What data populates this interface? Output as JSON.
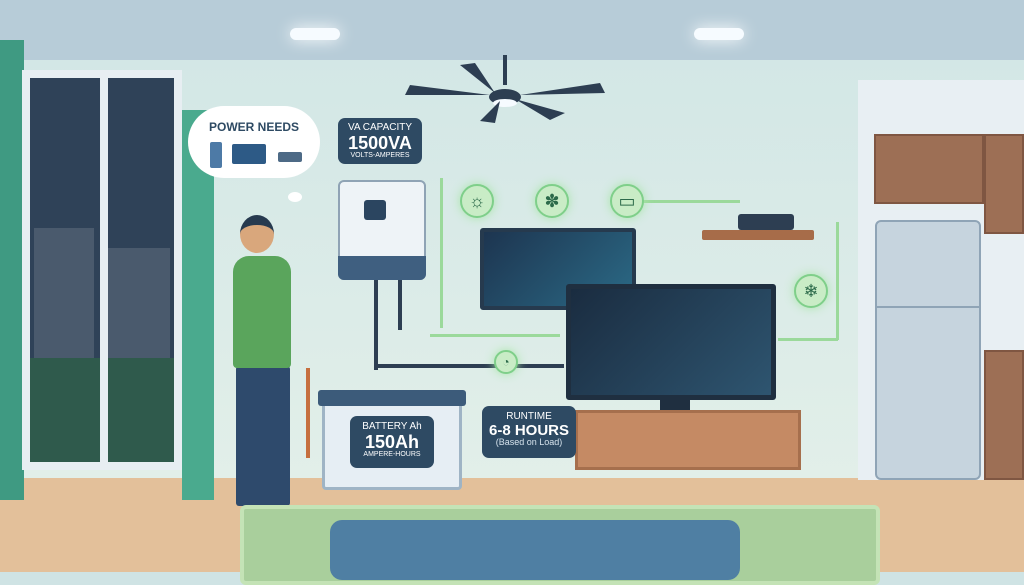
{
  "power_needs": {
    "title": "POWER NEEDS",
    "icons": [
      "fridge-icon",
      "monitor-icon",
      "router-icon"
    ]
  },
  "va_capacity": {
    "title": "VA CAPACITY",
    "value": "1500VA",
    "unit": "VOLTS-AMPERES"
  },
  "battery": {
    "title": "BATTERY Ah",
    "value": "150Ah",
    "unit": "AMPERE-HOURS"
  },
  "runtime": {
    "title": "RUNTIME",
    "value": "6-8 HOURS",
    "note": "(Based on Load)"
  },
  "flow_icons": [
    "lightbulb-icon",
    "fan-icon",
    "monitor-icon",
    "snowflake-icon"
  ],
  "colors": {
    "label_bg": "#2e4a63",
    "flow_green": "#9bd99b",
    "wall": "#d3e7e6",
    "floor": "#e3c09a"
  }
}
